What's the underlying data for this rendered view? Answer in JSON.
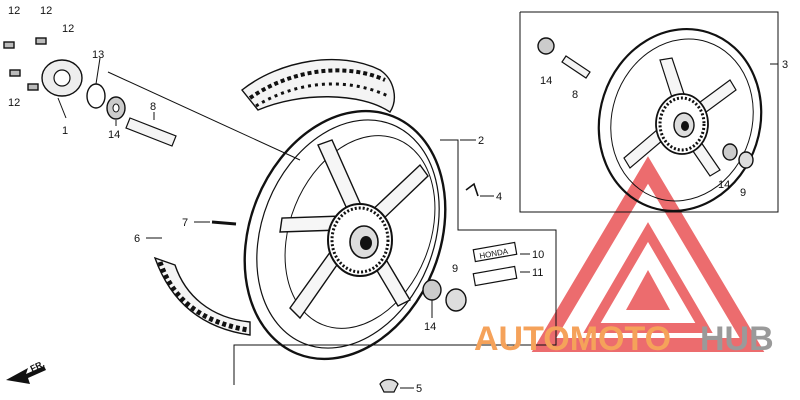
{
  "diagram": {
    "callouts": [
      {
        "id": "c12a",
        "text": "12"
      },
      {
        "id": "c12b",
        "text": "12"
      },
      {
        "id": "c12c",
        "text": "12"
      },
      {
        "id": "c12d",
        "text": "12"
      },
      {
        "id": "c13",
        "text": "13"
      },
      {
        "id": "c1",
        "text": "1"
      },
      {
        "id": "c14a",
        "text": "14"
      },
      {
        "id": "c8a",
        "text": "8"
      },
      {
        "id": "c2",
        "text": "2"
      },
      {
        "id": "c3",
        "text": "3"
      },
      {
        "id": "c4",
        "text": "4"
      },
      {
        "id": "c5",
        "text": "5"
      },
      {
        "id": "c6",
        "text": "6"
      },
      {
        "id": "c7",
        "text": "7"
      },
      {
        "id": "c9a",
        "text": "9"
      },
      {
        "id": "c10",
        "text": "10"
      },
      {
        "id": "c11",
        "text": "11"
      },
      {
        "id": "c14b",
        "text": "14"
      },
      {
        "id": "c14c",
        "text": "14"
      },
      {
        "id": "c8b",
        "text": "8"
      },
      {
        "id": "c14d",
        "text": "14"
      },
      {
        "id": "c9b",
        "text": "9"
      }
    ],
    "direction_label": "FR.",
    "emblem_text": "HONDA"
  },
  "watermark": {
    "part1": "AUTOMOTO",
    "part2": "HUB",
    "color_accent": "#f5a25a",
    "color_dark": "#9a9a9a",
    "triangle_color": "#e8484a"
  }
}
